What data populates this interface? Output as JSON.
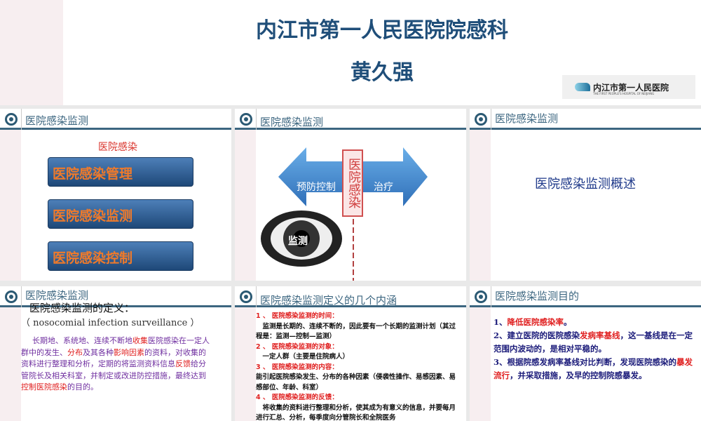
{
  "title_slide": {
    "title": "内江市第一人民医院院感科",
    "author": "黄久强",
    "logo_cn": "内江市第一人民医院",
    "logo_en": "THE FIRST PEOPLE'S HOSPITAL OF NEIJIANG"
  },
  "slides": [
    {
      "title": "医院感染监测",
      "label": "医院感染",
      "buttons": [
        "医院感染管理",
        "医院感染监测",
        "医院感染控制"
      ]
    },
    {
      "title": "医院感染监测",
      "left": "预防控制",
      "right": "治疗",
      "vertical": "医院感染",
      "eye": "监测"
    },
    {
      "title": "医院感染监测",
      "center": "医院感染监测概述"
    },
    {
      "title": "医院感染监测",
      "heading": "医院感染监测的定义：",
      "english": "（ nosocomial infection surveillance ）",
      "body": [
        [
          "长期地、系统地、连续不断地",
          "p"
        ],
        [
          "收集",
          "r"
        ],
        [
          "医院感染在一定人群中的发生、",
          "p"
        ],
        [
          "分布",
          "r"
        ],
        [
          "及其各种",
          "p"
        ],
        [
          "影响因素",
          "r"
        ],
        [
          "的资料，对收集的资料进行整理和分析，定期的将监测资料信息",
          "p"
        ],
        [
          "反馈",
          "r"
        ],
        [
          "给分管院长及相关科室，并制定或改进防控措施，最终达到",
          "p"
        ],
        [
          "控制医院感染",
          "r"
        ],
        [
          "的目的。",
          "p"
        ]
      ]
    },
    {
      "title": "医院感染监测定义的几个内涵",
      "items": [
        {
          "head": "1 、 医院感染监测的时间：",
          "text": "　监测是长期的、连续不断的，因此要有一个长期的监测计划（其过程是：监测—控制—监测）"
        },
        {
          "head": "2 、 医院感染监测的对象：",
          "text": "　一定人群（主要是住院病人）"
        },
        {
          "head": "3 、 医院感染监测的内容：",
          "text": "能引起医院感染发生、分布的各种因素（侵袭性操作、易感因素、易感部位、年龄、科室）"
        },
        {
          "head": "4 、 医院感染监测的反馈：",
          "text": "　将收集的资料进行整理和分析，使其成为有意义的信息，并要每月进行汇总、分析，每季度向分管院长和全院医务"
        }
      ]
    },
    {
      "title": "医院感染监测目的",
      "body": [
        [
          "1、",
          "n"
        ],
        [
          "降低医院感染率",
          "r"
        ],
        [
          "。\n2、建立医院的医院感染",
          "n"
        ],
        [
          "发病率基线",
          "r"
        ],
        [
          "，这一基线是在一定范围内波动的，是相对平稳的。\n3、根据院感发病率基线对比判断，发现医院感染的",
          "n"
        ],
        [
          "暴发流行",
          "r"
        ],
        [
          "，并采取措施，及早的控制院感暴发。",
          "n"
        ]
      ]
    }
  ],
  "colors": {
    "title": "#1f4e79",
    "accent_red": "#e02020",
    "header": "#3c6680",
    "button": "#2a5a90",
    "button_text": "#f07a2a",
    "arrow": "#4a90d9"
  }
}
